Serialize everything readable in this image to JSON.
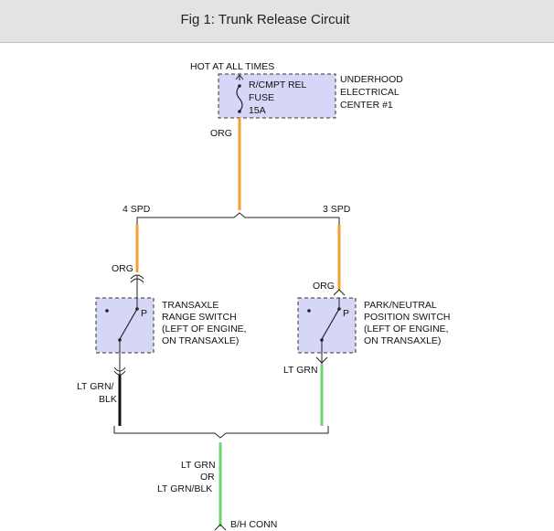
{
  "header": {
    "title": "Fig 1: Trunk Release Circuit"
  },
  "fuse_block": {
    "power_label": "HOT AT ALL TIMES",
    "fuse_lines": [
      "R/CMPT REL",
      "FUSE",
      "15A"
    ],
    "location_lines": [
      "UNDERHOOD",
      "ELECTRICAL",
      "CENTER #1"
    ],
    "output_wire": "ORG"
  },
  "branches": {
    "left": "4 SPD",
    "right": "3 SPD"
  },
  "transaxle_switch": {
    "input_wire": "ORG",
    "pin": "P",
    "description_lines": [
      "TRANSAXLE",
      "RANGE SWITCH",
      "(LEFT OF ENGINE,",
      "ON TRANSAXLE)"
    ],
    "output_wire_lines": [
      "LT GRN/",
      "BLK"
    ]
  },
  "park_neutral_switch": {
    "input_wire": "ORG",
    "pin": "P",
    "description_lines": [
      "PARK/NEUTRAL",
      "POSITION SWITCH",
      "(LEFT OF ENGINE,",
      "ON TRANSAXLE)"
    ],
    "output_wire": "LT GRN"
  },
  "output": {
    "wire_lines": [
      "LT GRN",
      "OR",
      "LT GRN/BLK"
    ],
    "connector": "B/H CONN"
  },
  "colors": {
    "orange_wire": "#f0a030",
    "green_wire": "#6fd66f",
    "black_wire": "#111111",
    "component_fill": "#d6d6f6"
  }
}
